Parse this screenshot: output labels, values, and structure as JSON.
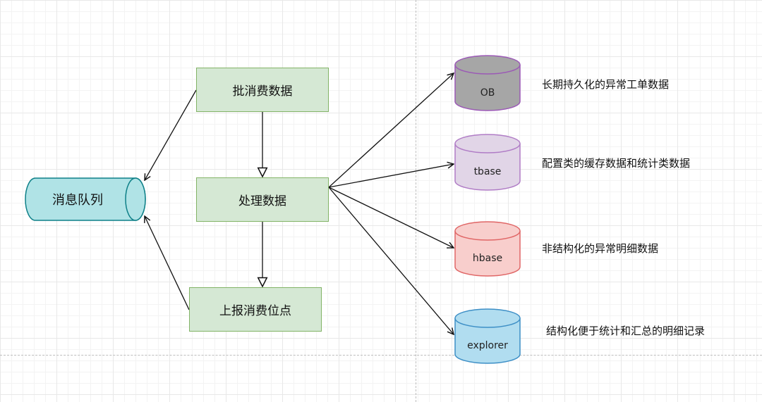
{
  "nodes": {
    "queue": "消息队列",
    "batch_consume": "批消费数据",
    "process": "处理数据",
    "report_offset": "上报消费位点"
  },
  "stores": [
    {
      "label": "OB",
      "description": "长期持久化的异常工单数据",
      "fill": "#a6a6a6",
      "stroke": "#9b59b6"
    },
    {
      "label": "tbase",
      "description": "配置类的缓存数据和统计类数据",
      "fill": "#e1d5e7",
      "stroke": "#b07cc6"
    },
    {
      "label": "hbase",
      "description": "非结构化的异常明细数据",
      "fill": "#f8cecc",
      "stroke": "#e06666"
    },
    {
      "label": "explorer",
      "description": "结构化便于统计和汇总的明细记录",
      "fill": "#b1ddf0",
      "stroke": "#3d8fc6"
    }
  ],
  "colors": {
    "queue_fill": "#b0e3e6",
    "queue_stroke": "#0e8088",
    "box_fill": "#d5e8d4",
    "box_stroke": "#82b366"
  }
}
